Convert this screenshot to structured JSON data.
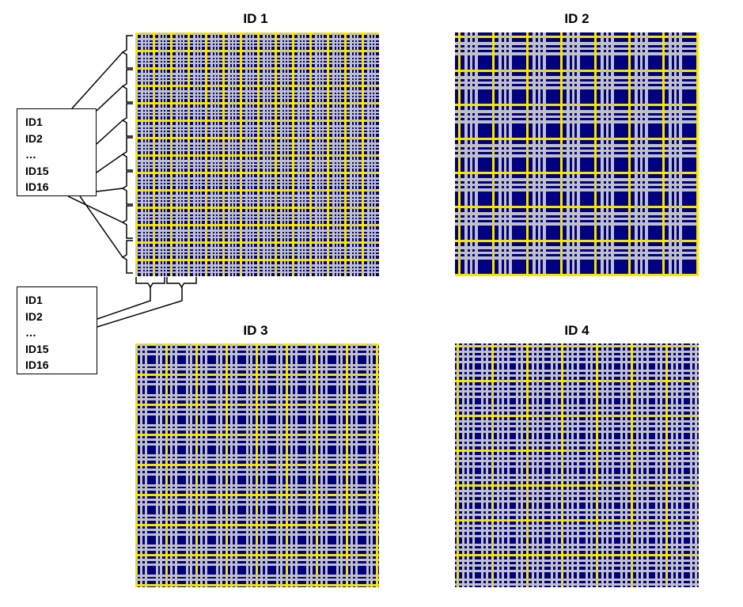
{
  "panels": [
    {
      "title": "ID 1"
    },
    {
      "title": "ID 2"
    },
    {
      "title": "ID 3"
    },
    {
      "title": "ID 4"
    }
  ],
  "legend_rows": [
    "ID1",
    "ID2",
    "…",
    "ID15",
    "ID16"
  ],
  "legend_cols": [
    "ID1",
    "ID2",
    "…",
    "ID15",
    "ID16"
  ],
  "colors": {
    "background": "#000080",
    "grey": "#c0c0c8",
    "yellow": "#f5e600",
    "line": "#000000"
  }
}
